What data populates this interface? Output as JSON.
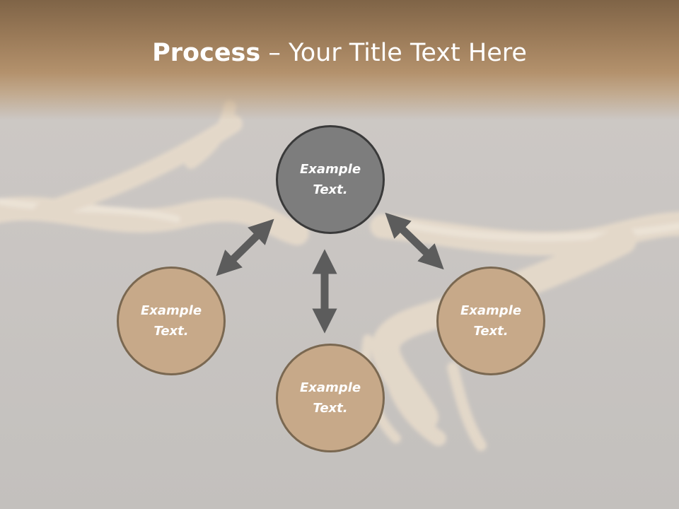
{
  "slide": {
    "title_bold": "Process",
    "title_dash": " – ",
    "title_rest": "Your Title Text Here"
  },
  "nodes": {
    "top": {
      "line1": "Example",
      "line2": "Text."
    },
    "left": {
      "line1": "Example",
      "line2": "Text."
    },
    "bottom": {
      "line1": "Example",
      "line2": "Text."
    },
    "right": {
      "line1": "Example",
      "line2": "Text."
    }
  },
  "colors": {
    "node_dark_fill": "#7d7d7d",
    "node_dark_border": "#3a3a3a",
    "node_tan_fill": "#c7a989",
    "node_tan_border": "#7a6851",
    "arrow": "#5c5c5c",
    "title_band": "#9a7a58"
  }
}
